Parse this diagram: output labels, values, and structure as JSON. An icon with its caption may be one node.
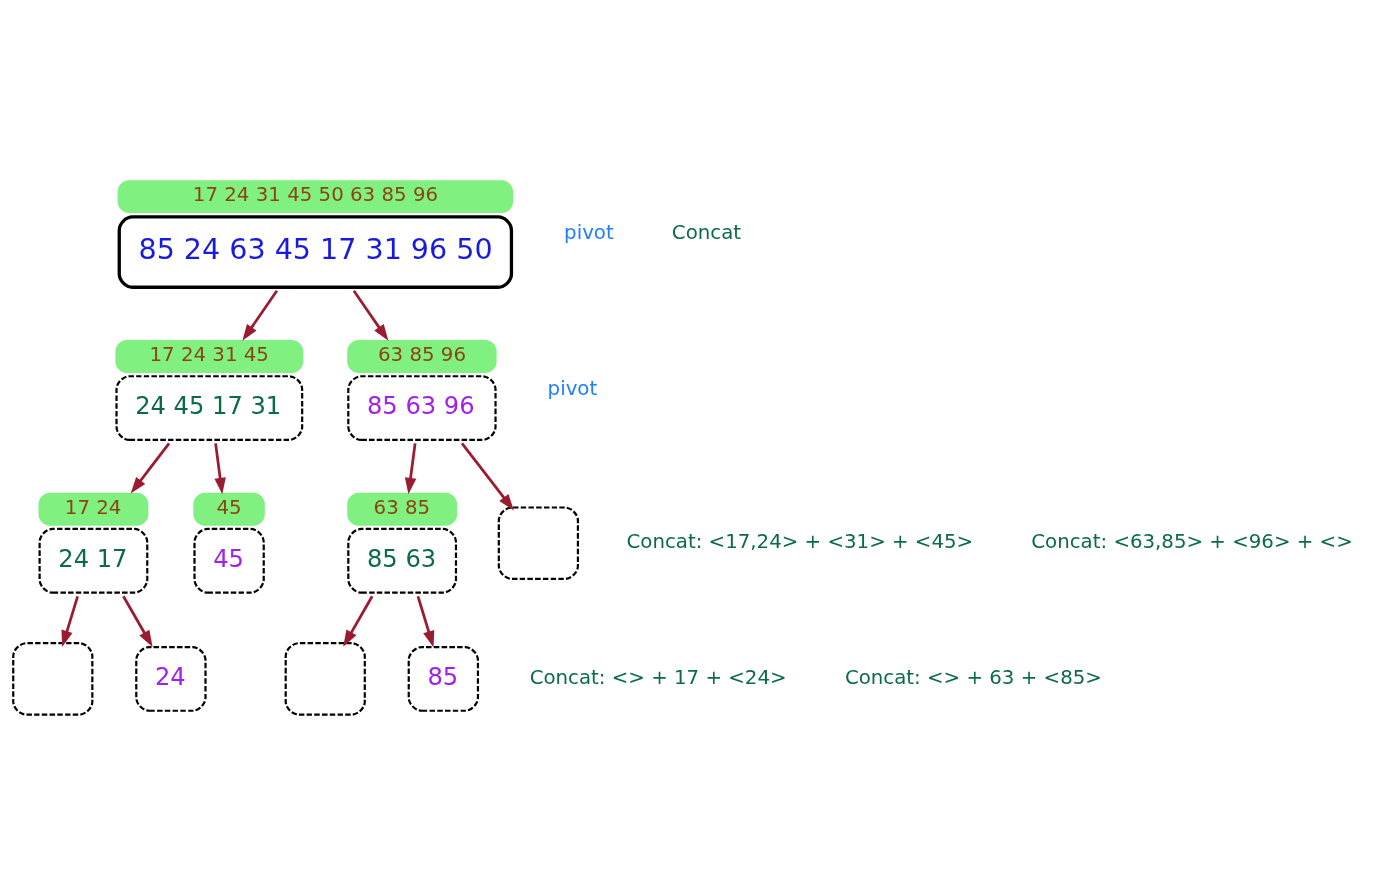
{
  "diagram": {
    "nodes": [
      {
        "text": [
          "85 24 63 45 17 31 96 50"
        ],
        "beside": [
          "17 24 31 45 50 63 85 96"
        ]
      },
      {
        "text": [
          "24 45 17 31"
        ],
        "beside": [
          "17 24 31 45"
        ]
      },
      {
        "text": [
          "85 63 96"
        ],
        "beside": [
          "63 85 96"
        ]
      },
      {
        "text": [
          "24 17"
        ],
        "beside": [
          "17 24"
        ]
      },
      {
        "text": [
          "45"
        ],
        "beside": [
          "45"
        ]
      },
      {
        "text": [
          "85 63"
        ],
        "beside": [
          "63 85"
        ]
      },
      {
        "text": [],
        "shape": "box"
      },
      {
        "text": [],
        "shape": "box"
      },
      {
        "text": [
          "24"
        ]
      },
      {
        "text": [],
        "shape": "box"
      },
      {
        "text": [
          "85"
        ]
      }
    ],
    "edges": [
      {
        "from": 0,
        "to": 1,
        "arrow": "to"
      },
      {
        "from": 0,
        "to": 2,
        "arrow": "to"
      },
      {
        "from": 1,
        "to": 3,
        "arrow": "to"
      },
      {
        "from": 1,
        "to": 4,
        "arrow": "to"
      },
      {
        "from": 2,
        "to": 5,
        "arrow": "to"
      },
      {
        "from": 2,
        "to": 6,
        "arrow": "to"
      },
      {
        "from": 3,
        "to": 7,
        "arrow": "to"
      },
      {
        "from": 3,
        "to": 8,
        "arrow": "to"
      },
      {
        "from": 5,
        "to": 9,
        "arrow": "to"
      },
      {
        "from": 5,
        "to": 10,
        "arrow": "to"
      }
    ],
    "labels": [
      "pivot",
      "Concat",
      "pivot",
      "Concat: <17,24> + <31> + <45>",
      "Concat: <> + 17 + <24>",
      "Concat: <63,85> + <96> + <>",
      "Concat: <> + 63 + <85>"
    ]
  }
}
